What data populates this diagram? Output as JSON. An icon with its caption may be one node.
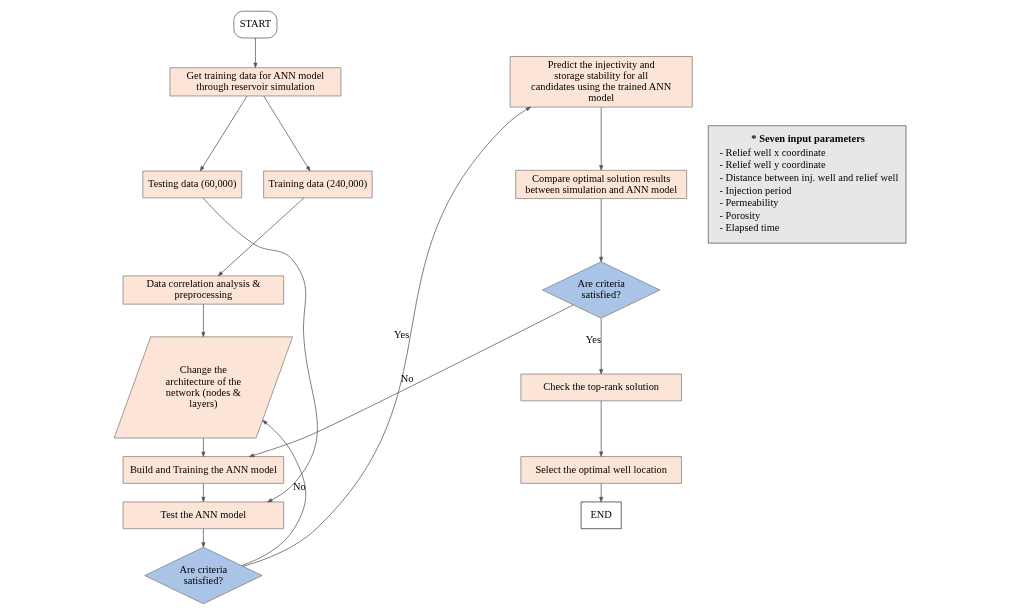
{
  "diagram": {
    "nodes": [
      {
        "text": [
          "START"
        ]
      },
      {
        "text": [
          "Get training data for ANN model through reservoir simulation"
        ]
      },
      {
        "text": [
          "Testing data (60,000)"
        ]
      },
      {
        "text": [
          "Training data (240,000)"
        ]
      },
      {
        "text": [
          "Data correlation analysis & preprocessing"
        ]
      },
      {
        "text": [
          "Change the architecture of the network (nodes & layers)"
        ]
      },
      {
        "text": [
          "Build and Training the ANN model"
        ]
      },
      {
        "text": [
          "Test the ANN model"
        ]
      },
      {
        "text": [
          "Are criteria satisfied?"
        ]
      },
      {
        "text": [
          "Predict the injectivity and storage stability for all candidates using the trained ANN model"
        ]
      },
      {
        "text": [
          "Compare optimal solution results between simulation and ANN model"
        ]
      },
      {
        "text": [
          "Are criteria satisfied?"
        ]
      },
      {
        "text": [
          "Check the top-rank solution"
        ]
      },
      {
        "text": [
          "Select the optimal well location"
        ]
      },
      {
        "text": [
          "END"
        ]
      },
      {
        "text": [
          "* Seven input parameters",
          "- Relief well x coordinate",
          "- Relief well y coordinate",
          "- Distance between inj. well and relief well",
          "- Injection period",
          "- Permeability",
          "- Porosity",
          "- Elapsed time"
        ]
      }
    ],
    "edges": [
      {
        "from": 0,
        "to": 1,
        "arrow": "to"
      },
      {
        "from": 1,
        "to": 2,
        "arrow": "to"
      },
      {
        "from": 1,
        "to": 3,
        "arrow": "to"
      },
      {
        "from": 2,
        "to": 7,
        "arrow": "to"
      },
      {
        "from": 3,
        "to": 4,
        "arrow": "to"
      },
      {
        "from": 4,
        "to": 5,
        "arrow": "to"
      },
      {
        "from": 5,
        "to": 6,
        "arrow": "to"
      },
      {
        "from": 6,
        "to": 7,
        "arrow": "to"
      },
      {
        "from": 7,
        "to": 8,
        "arrow": "to"
      },
      {
        "from": 8,
        "to": 5,
        "arrow": "to",
        "label": "No"
      },
      {
        "from": 8,
        "to": 9,
        "arrow": "to",
        "label": "Yes"
      },
      {
        "from": 9,
        "to": 10,
        "arrow": "to"
      },
      {
        "from": 10,
        "to": 11,
        "arrow": "to"
      },
      {
        "from": 11,
        "to": 6,
        "arrow": "to",
        "label": "No"
      },
      {
        "from": 11,
        "to": 12,
        "arrow": "to",
        "label": "Yes"
      },
      {
        "from": 12,
        "to": 13,
        "arrow": "to"
      },
      {
        "from": 13,
        "to": 14,
        "arrow": "to"
      }
    ]
  }
}
